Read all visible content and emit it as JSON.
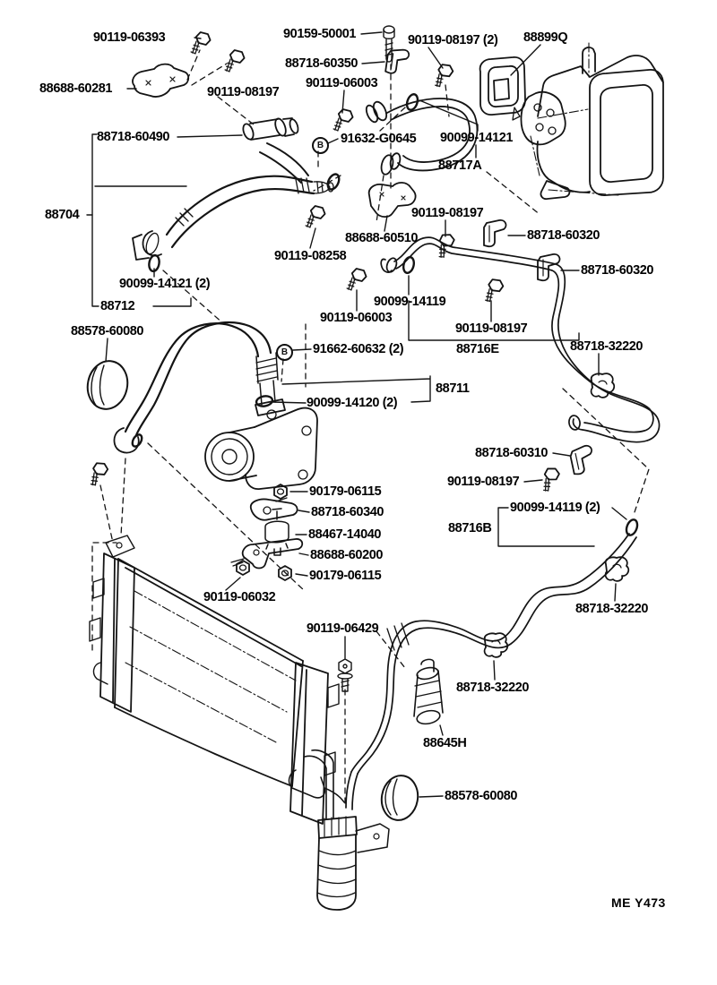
{
  "title": "A/C cooler piping parts diagram",
  "drawing_code": "ME  Y473",
  "colors": {
    "line": "#141414",
    "background": "#ffffff"
  },
  "symbols": {
    "circled_b": "B"
  },
  "labels": {
    "l01": "90119-06393",
    "l02": "90159-50001",
    "l03": "90119-08197 (2)",
    "l04": "88899Q",
    "l05": "88718-60350",
    "l06": "88688-60281",
    "l07": "90119-08197",
    "l08": "90119-06003",
    "l09": "88718-60490",
    "l10": "91632-G0645",
    "l11": "90099-14121",
    "l12": "88717A",
    "l13": "88704",
    "l14": "90119-08197",
    "l15": "88688-60510",
    "l16": "88718-60320",
    "l17": "90119-08258",
    "l18": "88718-60320",
    "l19": "90099-14121 (2)",
    "l20": "88712",
    "l21": "88578-60080",
    "l22": "90099-14119",
    "l23": "90119-06003",
    "l24": "90119-08197",
    "l25": "88716E",
    "l26": "88718-32220",
    "l27": "91662-60632 (2)",
    "l28": "88711",
    "l29": "90099-14120 (2)",
    "l30": "88718-60310",
    "l31": "90119-08197",
    "l32": "90099-14119 (2)",
    "l33": "88716B",
    "l34": "90179-06115",
    "l35": "88718-60340",
    "l36": "88467-14040",
    "l37": "88688-60200",
    "l38": "90179-06115",
    "l39": "90119-06032",
    "l40": "90119-06429",
    "l41": "88718-32220",
    "l42": "88718-32220",
    "l43": "88645H",
    "l44": "88578-60080",
    "l45": "ME  Y473"
  }
}
